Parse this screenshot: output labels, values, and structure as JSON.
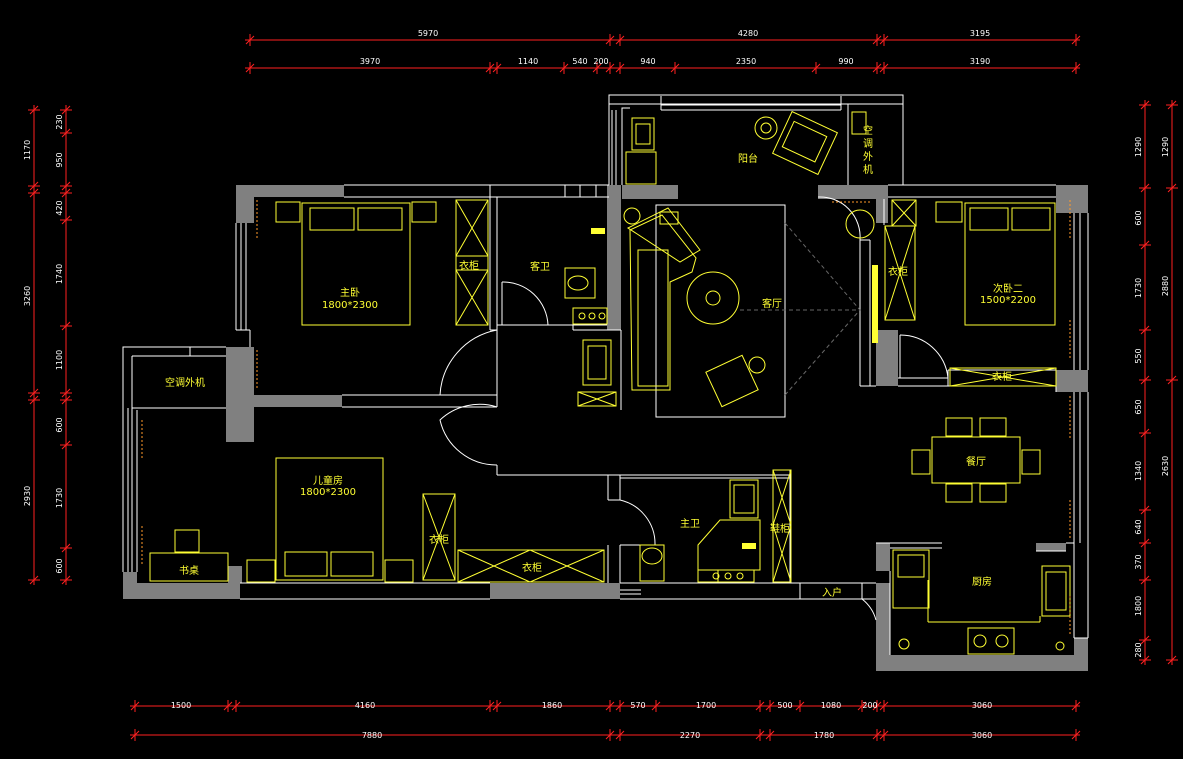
{
  "colors": {
    "background": "#000000",
    "dimension": "#ff2020",
    "wall": "#808080",
    "furniture": "#ffff33",
    "line": "#ffffff",
    "accent": "#ff9a2a"
  },
  "dims": {
    "top1": [
      "5970",
      "4280",
      "3195"
    ],
    "top2": [
      "3970",
      "1140",
      "540",
      "200",
      "940",
      "2350",
      "990",
      "3190"
    ],
    "bottom1": [
      "1500",
      "4160",
      "1860",
      "570",
      "1700",
      "500",
      "1080",
      "200",
      "3060"
    ],
    "bottom2": [
      "7880",
      "2270",
      "1780",
      "3060"
    ],
    "left_outer": [
      "1170",
      "3260",
      "2930"
    ],
    "left_inner": [
      "230",
      "950",
      "420",
      "1740",
      "1100",
      "600",
      "1730",
      "600"
    ],
    "right_inner": [
      "1290",
      "600",
      "1730",
      "550",
      "650",
      "1340",
      "640",
      "370",
      "1800",
      "280"
    ],
    "right_outer": [
      "1290",
      "2880",
      "2630"
    ]
  },
  "rooms": {
    "balcony": "阳台",
    "ac_vertical": [
      "空",
      "调",
      "外",
      "机"
    ],
    "master_bedroom": "主卧",
    "master_bed_size": "1800*2300",
    "wardrobe": "衣柜",
    "guest_bath": "客卫",
    "living_room": "客厅",
    "wardrobe2": "衣柜",
    "second_bedroom": "次卧二",
    "second_bed_size": "1500*2200",
    "wardrobe3": "衣柜",
    "ac_outdoor": "空调外机",
    "dining": "餐厅",
    "kids_room": "儿童房",
    "kids_bed_size": "1800*2300",
    "wardrobe4": "衣柜",
    "wardrobe5": "衣柜",
    "master_bath": "主卫",
    "shoe_cabinet": "鞋柜",
    "desk": "书桌",
    "entrance": "入户",
    "kitchen": "厨房"
  }
}
